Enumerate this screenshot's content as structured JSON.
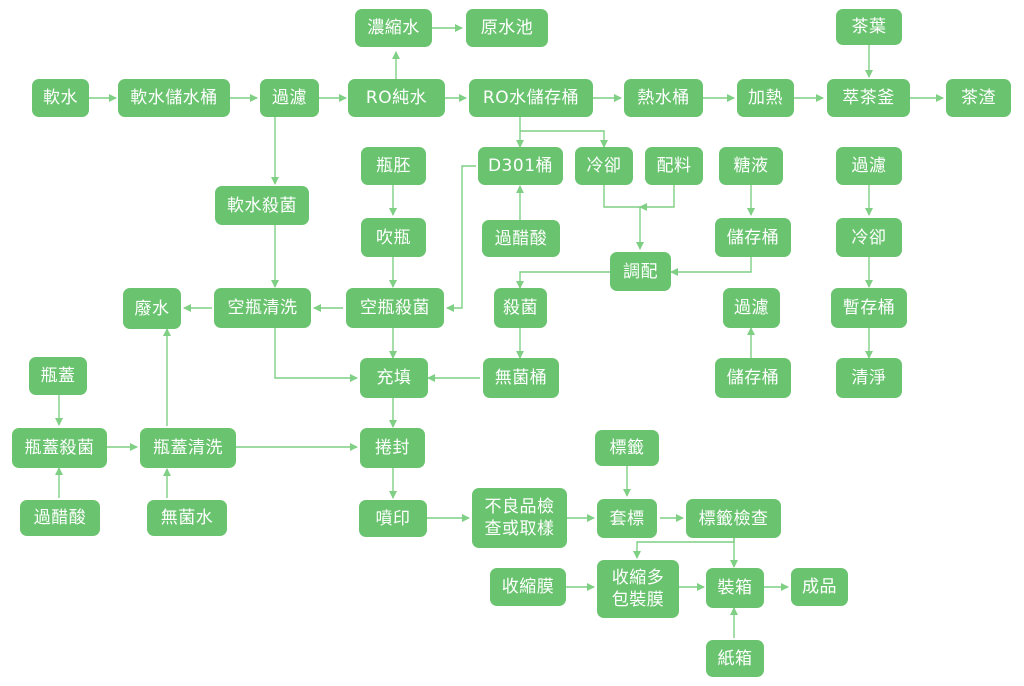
{
  "colors": {
    "node_fill": "#6ac46f",
    "node_text": "#ffffff",
    "edge": "#7fcf84"
  },
  "nodes": {
    "n1": {
      "label": "軟水"
    },
    "n2": {
      "label": "軟水儲水桶"
    },
    "n3": {
      "label": "過濾"
    },
    "n4": {
      "label": "RO純水"
    },
    "n5": {
      "label": "濃縮水"
    },
    "n6": {
      "label": "原水池"
    },
    "n7": {
      "label": "RO水儲存桶"
    },
    "n8": {
      "label": "熱水桶"
    },
    "n9": {
      "label": "加熱"
    },
    "n10": {
      "label": "萃茶釜"
    },
    "n11": {
      "label": "茶渣"
    },
    "n12": {
      "label": "茶葉"
    },
    "n13": {
      "label": "瓶胚"
    },
    "n14": {
      "label": "D301桶"
    },
    "n15": {
      "label": "冷卻"
    },
    "n16": {
      "label": "配料"
    },
    "n17": {
      "label": "糖液"
    },
    "n18": {
      "label": "過濾"
    },
    "n19": {
      "label": "軟水殺菌"
    },
    "n20": {
      "label": "吹瓶"
    },
    "n21": {
      "label": "過醋酸"
    },
    "n22": {
      "label": "儲存桶"
    },
    "n23": {
      "label": "冷卻"
    },
    "n24": {
      "label": "調配"
    },
    "n25": {
      "label": "廢水"
    },
    "n26": {
      "label": "空瓶清洗"
    },
    "n27": {
      "label": "空瓶殺菌"
    },
    "n28": {
      "label": "殺菌"
    },
    "n29": {
      "label": "過濾"
    },
    "n30": {
      "label": "暫存桶"
    },
    "n31": {
      "label": "瓶蓋"
    },
    "n32": {
      "label": "充填"
    },
    "n33": {
      "label": "無菌桶"
    },
    "n34": {
      "label": "儲存桶"
    },
    "n35": {
      "label": "清淨"
    },
    "n36": {
      "label": "瓶蓋殺菌"
    },
    "n37": {
      "label": "瓶蓋清洗"
    },
    "n38": {
      "label": "捲封"
    },
    "n39": {
      "label": "標籤"
    },
    "n40": {
      "label": "過醋酸"
    },
    "n41": {
      "label": "無菌水"
    },
    "n42": {
      "label": "噴印"
    },
    "n43": {
      "label": "不良品檢\n查或取樣"
    },
    "n44": {
      "label": "套標"
    },
    "n45": {
      "label": "標籤檢查"
    },
    "n46": {
      "label": "收縮膜"
    },
    "n47": {
      "label": "收縮多\n包裝膜"
    },
    "n48": {
      "label": "裝箱"
    },
    "n49": {
      "label": "成品"
    },
    "n50": {
      "label": "紙箱"
    }
  }
}
